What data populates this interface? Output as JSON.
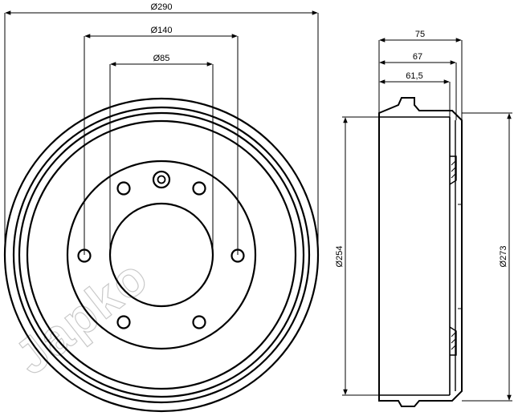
{
  "front_view": {
    "dim_outer": "Ø290",
    "dim_bolt_circle": "Ø140",
    "dim_center_bore": "Ø85"
  },
  "side_view": {
    "dim_width_total": "75",
    "dim_width_mid": "67",
    "dim_width_inner": "61,5",
    "dim_inner_diameter": "Ø254",
    "dim_outer_diameter": "Ø273"
  },
  "watermark": "Japko"
}
